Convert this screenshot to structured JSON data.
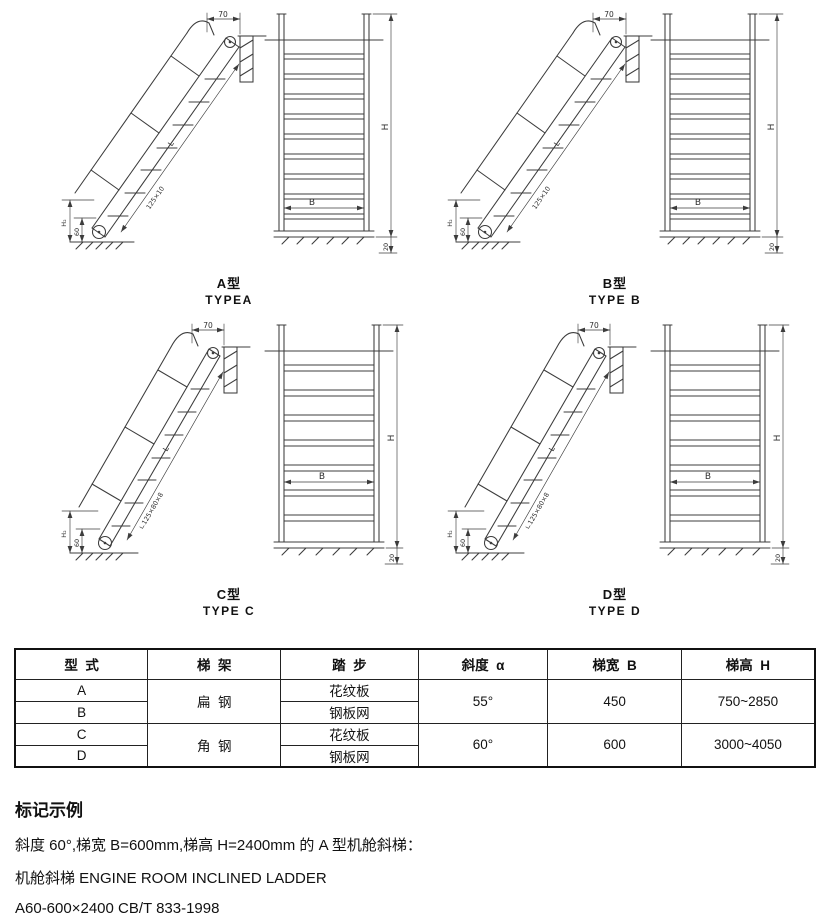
{
  "figures": [
    {
      "label_cn": "A型",
      "label_en": "TYPEA"
    },
    {
      "label_cn": "B型",
      "label_en": "TYPE B"
    },
    {
      "label_cn": "C型",
      "label_en": "TYPE C"
    },
    {
      "label_cn": "D型",
      "label_en": "TYPE D"
    }
  ],
  "dims": {
    "top_offset": "70",
    "h2": "H₂",
    "base": "60",
    "length": "L",
    "flat_spec": "125×10",
    "angle_spec": "∟125×80×8",
    "width": "B",
    "height": "H",
    "foot": "20"
  },
  "table": {
    "headers": [
      "型  式",
      "梯  架",
      "踏  步",
      "斜度  α",
      "梯宽  B",
      "梯高  H"
    ],
    "groups": [
      {
        "frame": "扁  钢",
        "slope": "55°",
        "width": "450",
        "height": "750~2850",
        "rows": [
          {
            "type": "A",
            "step": "花纹板"
          },
          {
            "type": "B",
            "step": "钢板网"
          }
        ]
      },
      {
        "frame": "角  钢",
        "slope": "60°",
        "width": "600",
        "height": "3000~4050",
        "rows": [
          {
            "type": "C",
            "step": "花纹板"
          },
          {
            "type": "D",
            "step": "钢板网"
          }
        ]
      }
    ]
  },
  "notes": {
    "heading": "标记示例",
    "line1": "斜度 60°,梯宽 B=600mm,梯高 H=2400mm 的 A 型机舱斜梯：",
    "line2": "机舱斜梯 ENGINE ROOM INCLINED LADDER",
    "line3": "A60-600×2400 CB/T 833-1998"
  }
}
